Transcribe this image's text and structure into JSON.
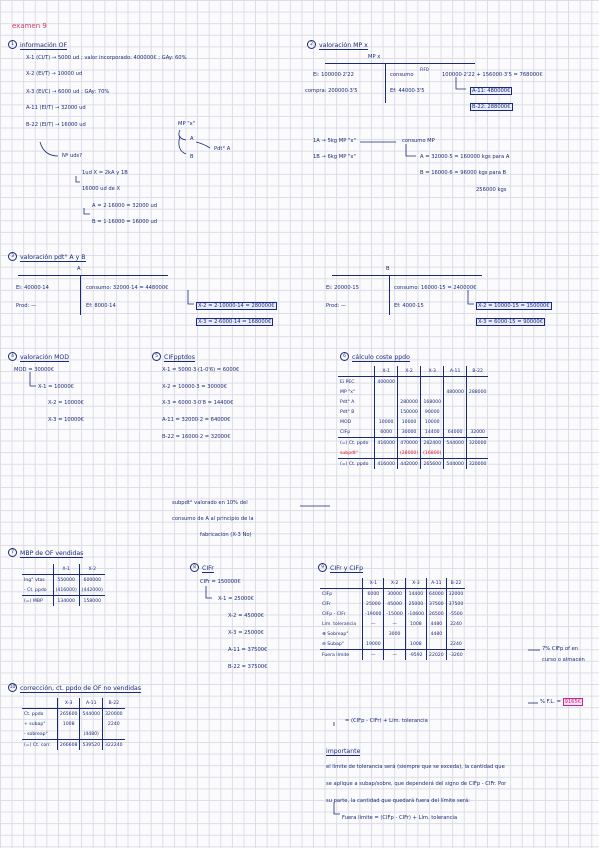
{
  "title": "examen 9",
  "s1": {
    "num": "1",
    "heading": "información OF",
    "l1": "X-1 (CI/T) → 5000 ud ; valor incorporado: 400000€ ; GAy: 60%",
    "l2": "X-2 (EI/T) → 10000 ud",
    "l3": "X-3 (EI/C) → 6000 ud ; GAy: 70%",
    "l4": "A-11 (EI/T) → 32000 ud",
    "l5": "B-22 (EI/T) → 16000 ud",
    "l6": "Nº uds?",
    "l7": "1ud X = 2kA y 1B",
    "l8": "16000 ud de X",
    "l9": "A = 2·16000 = 32000 ud",
    "l10": "B = 1·16000 = 16000 ud",
    "mp": "MP \"x\"",
    "mpa": "A",
    "mpb": "B",
    "pdt": "Pdt° A"
  },
  "s2": {
    "num": "2",
    "heading": "valoración MP x",
    "col": "MP x",
    "l1a": "Ei: 100000·2'22",
    "l1b": "consumo",
    "l1c": "100000·2'22 + 156000·3'5 = 768000€",
    "fifo": "FIFO",
    "l2a": "compra: 200000·3'5",
    "l2b": "Ef: 44000·3'5",
    "l3": "A-11: 480000€",
    "l4": "B-22: 288000€",
    "l5": "1A → 5kg MP \"x\"",
    "l5b": "consumo MP",
    "l6": "1B → 6kg MP \"x\"",
    "l7": "A = 32000·5 = 160000 kgs para A",
    "l8": "B = 16000·6 = 96000 kgs para B",
    "l9": "256000 kgs"
  },
  "s3": {
    "num": "3",
    "heading": "valoración pdt° A y B",
    "colA": "A",
    "colB": "B",
    "a1": "Ei: 40000·14",
    "a2": "consumo: 32000·14 = 448000€",
    "a3": "Prod: —",
    "a4": "Ef: 8000·14",
    "a5": "X-2 = 2·10000·14 = 280000€",
    "a6": "X-3 = 2·6000·14 = 168000€",
    "b1": "Ei: 20000·15",
    "b2": "consumo: 16000·15 = 240000€",
    "b3": "Prod: —",
    "b4": "Ef: 4000·15",
    "b5": "X-2 = 10000·15 = 150000€",
    "b6": "X-3 = 6000·15 = 90000€"
  },
  "s4": {
    "num": "4",
    "heading": "valoración MOD",
    "l1": "MOD = 30000€",
    "l2": "X-1 = 10000€",
    "l3": "X-2 = 10000€",
    "l4": "X-3 = 10000€"
  },
  "s5": {
    "num": "5",
    "heading": "CIFpptdos",
    "l1": "X-1 = 5000·3·(1-0'6) = 6000€",
    "l2": "X-2 = 10000·3 = 30000€",
    "l3": "X-3 = 6000·3·0'8 = 14400€",
    "l4": "A-11 = 32000·2 = 64000€",
    "l5": "B-22 = 16000·2 = 32000€"
  },
  "s6": {
    "num": "6",
    "heading": "cálculo coste ppdo",
    "headers": [
      "X-1",
      "X-2",
      "X-3",
      "A-11",
      "B-22"
    ],
    "rows": [
      {
        "label": "Ei PEC",
        "cells": [
          "400000",
          "",
          "",
          "",
          ""
        ]
      },
      {
        "label": "MP \"x\"",
        "cells": [
          "",
          "",
          "",
          "480000",
          "288000"
        ]
      },
      {
        "label": "Pdt° A",
        "cells": [
          "",
          "280000",
          "168000",
          "",
          ""
        ]
      },
      {
        "label": "Pdt° B",
        "cells": [
          "",
          "150000",
          "90000",
          "",
          ""
        ]
      },
      {
        "label": "MOD",
        "cells": [
          "10000",
          "10000",
          "10000",
          "",
          ""
        ]
      },
      {
        "label": "CIFp",
        "cells": [
          "6000",
          "30000",
          "14400",
          "64000",
          "32000"
        ]
      },
      {
        "label": "(=) Ct. ppdo",
        "cells": [
          "416000",
          "470000",
          "282400",
          "544000",
          "320000"
        ]
      },
      {
        "label": "subpdt°",
        "cells": [
          "",
          "(28000)",
          "(16800)",
          "",
          ""
        ]
      },
      {
        "label": "(=) Ct. ppdo",
        "cells": [
          "416000",
          "442000",
          "265600",
          "544000",
          "320000"
        ]
      }
    ],
    "note1": "subpdt° valorado en 10% del",
    "note2": "consumo de A al principio de la",
    "note3": "fabricación (X-3 No)"
  },
  "s7": {
    "num": "7",
    "heading": "MBP de OF vendidas",
    "headers": [
      "X-1",
      "X-2"
    ],
    "rows": [
      {
        "label": "Ing° vtas",
        "cells": [
          "550000",
          "600000"
        ]
      },
      {
        "label": "- Ct. ppdo",
        "cells": [
          "(416000)",
          "(442000)"
        ]
      },
      {
        "label": "(=) MBP",
        "cells": [
          "134000",
          "158000"
        ]
      }
    ]
  },
  "s8": {
    "num": "8",
    "heading": "CIFr",
    "l1": "CIFr = 150000€",
    "l2": "X-1 = 25000€",
    "l3": "X-2 = 45000€",
    "l4": "X-3 = 25000€",
    "l5": "A-11 = 37500€",
    "l6": "B-22 = 37500€"
  },
  "s9": {
    "num": "9",
    "heading": "CIFr y CIFp",
    "headers": [
      "X-1",
      "X-2",
      "X-3",
      "A-11",
      "B-22"
    ],
    "rows": [
      {
        "label": "CIFp",
        "cells": [
          "6000",
          "30000",
          "14400",
          "64000",
          "32000"
        ]
      },
      {
        "label": "CIFr",
        "cells": [
          "25000",
          "45000",
          "25000",
          "37500",
          "37500"
        ]
      },
      {
        "label": "CIFp - CIFr",
        "cells": [
          "-19000",
          "-15000",
          "-10600",
          "26500",
          "-5500"
        ]
      },
      {
        "label": "Lím. tolerancia",
        "cells": [
          "—",
          "—",
          "1008",
          "4480",
          "2240"
        ]
      },
      {
        "label": "⊕ Sobreap°",
        "cells": [
          "",
          "3000",
          "",
          "4480",
          ""
        ]
      },
      {
        "label": "⊖ Subap°",
        "cells": [
          "19000",
          "",
          "1008",
          "",
          "2240"
        ]
      },
      {
        "label": "Fuera límite",
        "cells": [
          "—",
          "—",
          "-9592",
          "22020",
          "-3260"
        ]
      }
    ],
    "side1": "7% CIFp of en",
    "side2": "curso o almacén",
    "side3": "% F.L. = ",
    "side3v": "9165€",
    "formula": "= (CIFp - CIFr) + Lím. tolerancia"
  },
  "s10": {
    "num": "10",
    "heading": "corrección, ct. ppdo de OF no vendidas",
    "headers": [
      "X-3",
      "A-11",
      "B-22"
    ],
    "rows": [
      {
        "label": "Ct. ppdo",
        "cells": [
          "265600",
          "544000",
          "320000"
        ]
      },
      {
        "label": "+ subap°",
        "cells": [
          "1008",
          "",
          "2240"
        ]
      },
      {
        "label": "- sobreap°",
        "cells": [
          "",
          "(4480)",
          ""
        ]
      },
      {
        "label": "(=) Ct. corr.",
        "cells": [
          "266608",
          "539520",
          "322240"
        ]
      }
    ]
  },
  "imp": {
    "heading": "importante",
    "p1": "el límite de tolerancia será (siempre que se exceda), la cantidad que",
    "p2": "se aplique a subap/sobre, que dependerá del signo de CIFp - CIFr. Por",
    "p3": "su parte, la cantidad que quedará fuera del límite será:",
    "p4": "Fuera límite = (CIFp - CIFr) + Lím. tolerancia"
  }
}
